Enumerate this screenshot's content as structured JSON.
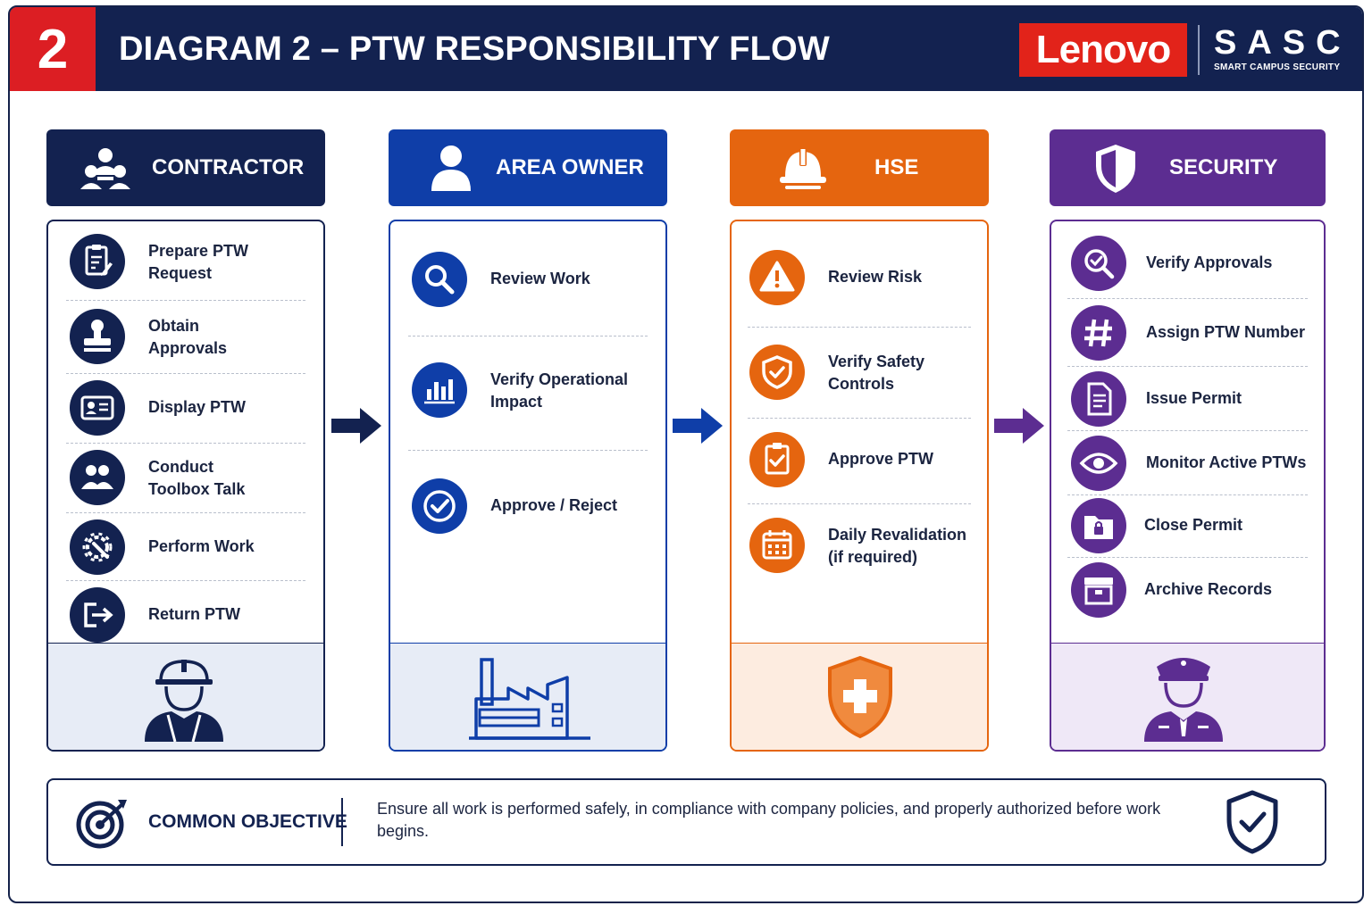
{
  "header": {
    "number": "2",
    "title": "DIAGRAM 2 – PTW RESPONSIBILITY FLOW",
    "brand_lenovo": "Lenovo",
    "brand_sasc": "SASC",
    "brand_sasc_sub": "SMART CAMPUS SECURITY"
  },
  "colors": {
    "navy": "#132250",
    "red": "#dc1e23",
    "contractor": "#132250",
    "area_owner": "#0f3ea8",
    "hse": "#e5650f",
    "security": "#5c2d91"
  },
  "columns": [
    {
      "id": "contractor",
      "title": "CONTRACTOR",
      "header_icon": "people-group-icon",
      "footer_icon": "construction-worker-icon",
      "items": [
        {
          "icon": "clipboard-edit-icon",
          "label": "Prepare PTW\nRequest"
        },
        {
          "icon": "stamp-icon",
          "label": "Obtain\nApprovals"
        },
        {
          "icon": "id-card-icon",
          "label": "Display PTW"
        },
        {
          "icon": "team-icon",
          "label": "Conduct\nToolbox Talk"
        },
        {
          "icon": "gear-wrench-icon",
          "label": "Perform Work"
        },
        {
          "icon": "return-icon",
          "label": "Return PTW"
        }
      ]
    },
    {
      "id": "area_owner",
      "title": "AREA OWNER",
      "header_icon": "person-icon",
      "footer_icon": "factory-icon",
      "items": [
        {
          "icon": "magnifier-icon",
          "label": "Review Work"
        },
        {
          "icon": "bar-chart-icon",
          "label": "Verify Operational\nImpact"
        },
        {
          "icon": "check-circle-icon",
          "label": "Approve / Reject"
        }
      ]
    },
    {
      "id": "hse",
      "title": "HSE",
      "header_icon": "hard-hat-icon",
      "footer_icon": "shield-cross-icon",
      "items": [
        {
          "icon": "warning-icon",
          "label": "Review Risk"
        },
        {
          "icon": "shield-check-icon",
          "label": "Verify Safety\nControls"
        },
        {
          "icon": "clipboard-check-icon",
          "label": "Approve PTW"
        },
        {
          "icon": "calendar-icon",
          "label": "Daily Revalidation\n(if required)"
        }
      ]
    },
    {
      "id": "security",
      "title": "SECURITY",
      "header_icon": "shield-icon",
      "footer_icon": "security-guard-icon",
      "items": [
        {
          "icon": "magnifier-check-icon",
          "label": "Verify Approvals"
        },
        {
          "icon": "hash-icon",
          "label": "Assign PTW Number"
        },
        {
          "icon": "document-icon",
          "label": "Issue Permit"
        },
        {
          "icon": "eye-icon",
          "label": "Monitor Active PTWs"
        },
        {
          "icon": "locked-folder-icon",
          "label": "Close Permit"
        },
        {
          "icon": "archive-box-icon",
          "label": "Archive Records"
        }
      ]
    }
  ],
  "objective": {
    "icon": "target-icon",
    "label": "COMMON OBJECTIVE",
    "text": "Ensure all work is performed safely, in compliance with company policies, and properly authorized before work begins.",
    "badge_icon": "shield-check-icon"
  }
}
